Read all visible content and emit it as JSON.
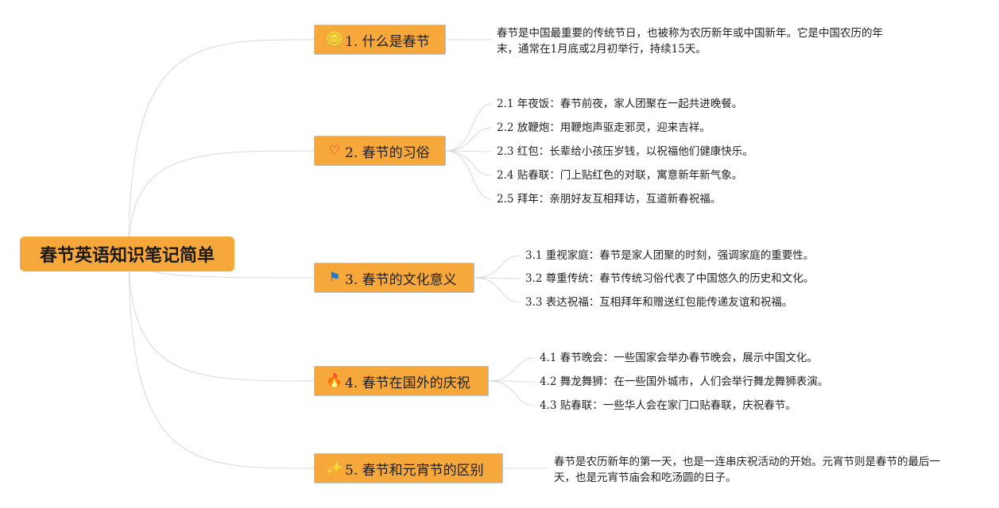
{
  "root": {
    "title": "春节英语知识笔记简单"
  },
  "branches": [
    {
      "label": "1. 什么是春节",
      "icon": "gold-coin-icon",
      "glyph": "🪙",
      "color": "#e8b020",
      "description": "春节是中国最重要的传统节日，也被称为农历新年或中国新年。它是中国农历的年末，通常在1月底或2月初举行，持续15天。",
      "items": []
    },
    {
      "label": "2. 春节的习俗",
      "icon": "heart-icon",
      "glyph": "♡",
      "color": "#e0302a",
      "description": "",
      "items": [
        "2.1 年夜饭：春节前夜，家人团聚在一起共进晚餐。",
        "2.2 放鞭炮：用鞭炮声驱走邪灵，迎来吉祥。",
        "2.3 红包：长辈给小孩压岁钱，以祝福他们健康快乐。",
        "2.4 贴春联：门上贴红色的对联，寓意新年新气象。",
        "2.5 拜年：亲朋好友互相拜访，互道新春祝福。"
      ]
    },
    {
      "label": "3. 春节的文化意义",
      "icon": "flag-icon",
      "glyph": "⚑",
      "color": "#1f7bd6",
      "description": "",
      "items": [
        "3.1 重视家庭：春节是家人团聚的时刻，强调家庭的重要性。",
        "3.2 尊重传统：春节传统习俗代表了中国悠久的历史和文化。",
        "3.3 表达祝福：互相拜年和赠送红包能传递友谊和祝福。"
      ]
    },
    {
      "label": "4. 春节在国外的庆祝",
      "icon": "fire-icon",
      "glyph": "🔥",
      "color": "#e2441c",
      "description": "",
      "items": [
        "4.1 春节晚会：一些国家会举办春节晚会，展示中国文化。",
        "4.2 舞龙舞狮：在一些国外城市，人们会举行舞龙舞狮表演。",
        "4.3 贴春联：一些华人会在家门口贴春联，庆祝春节。"
      ]
    },
    {
      "label": "5. 春节和元宵节的区别",
      "icon": "sparkle-wand-icon",
      "glyph": "✨",
      "color": "#d23a2a",
      "description": "春节是农历新年的第一天，也是一连串庆祝活动的开始。元宵节则是春节的最后一天，也是元宵节庙会和吃汤圆的日子。",
      "items": []
    }
  ]
}
